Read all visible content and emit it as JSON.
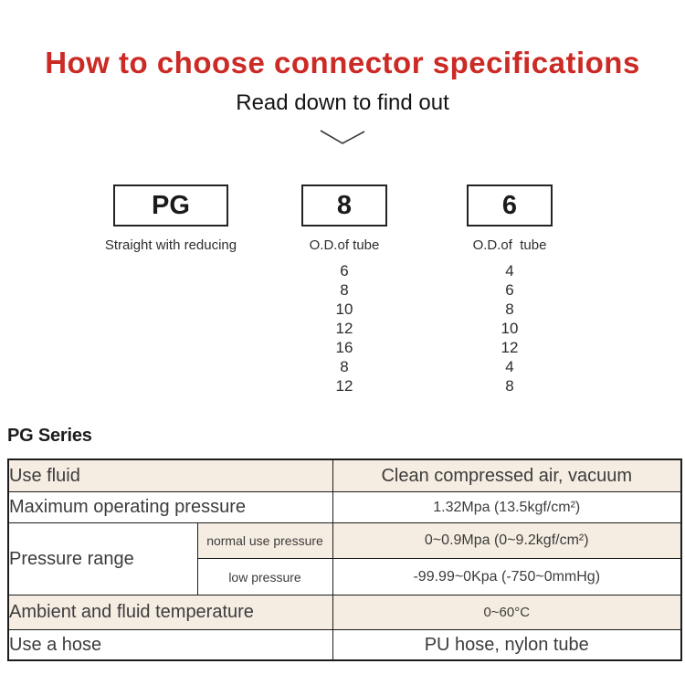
{
  "header": {
    "title": "How to choose connector specifications",
    "subtitle": "Read down to find out",
    "chevron_icon": "chevron-down"
  },
  "selector": {
    "columns": [
      {
        "code": "PG",
        "label": "Straight with reducing",
        "options": []
      },
      {
        "code": "8",
        "label": "O.D.of tube",
        "options": [
          "6",
          "8",
          "10",
          "12",
          "16",
          "8",
          "12"
        ]
      },
      {
        "code": "6",
        "label": "O.D.of  tube",
        "options": [
          "4",
          "6",
          "8",
          "10",
          "12",
          "4",
          "8"
        ]
      }
    ]
  },
  "series": {
    "heading": "PG Series",
    "table": {
      "use_fluid_label": "Use fluid",
      "use_fluid_value": "Clean compressed air, vacuum",
      "max_pressure_label": "Maximum operating pressure",
      "max_pressure_value": "1.32Mpa (13.5kgf/cm²)",
      "pressure_range_label": "Pressure range",
      "normal_pressure_label": "normal use pressure",
      "normal_pressure_value": "0~0.9Mpa (0~9.2kgf/cm²)",
      "low_pressure_label": "low pressure",
      "low_pressure_value": "-99.99~0Kpa (-750~0mmHg)",
      "temperature_label": "Ambient and fluid temperature",
      "temperature_value": "0~60°C",
      "hose_label": "Use a hose",
      "hose_value": "PU hose, nylon tube"
    }
  },
  "colors": {
    "accent_red": "#cb2a25",
    "row_beige": "#f6ede2",
    "table_border": "#1c1c1c"
  }
}
